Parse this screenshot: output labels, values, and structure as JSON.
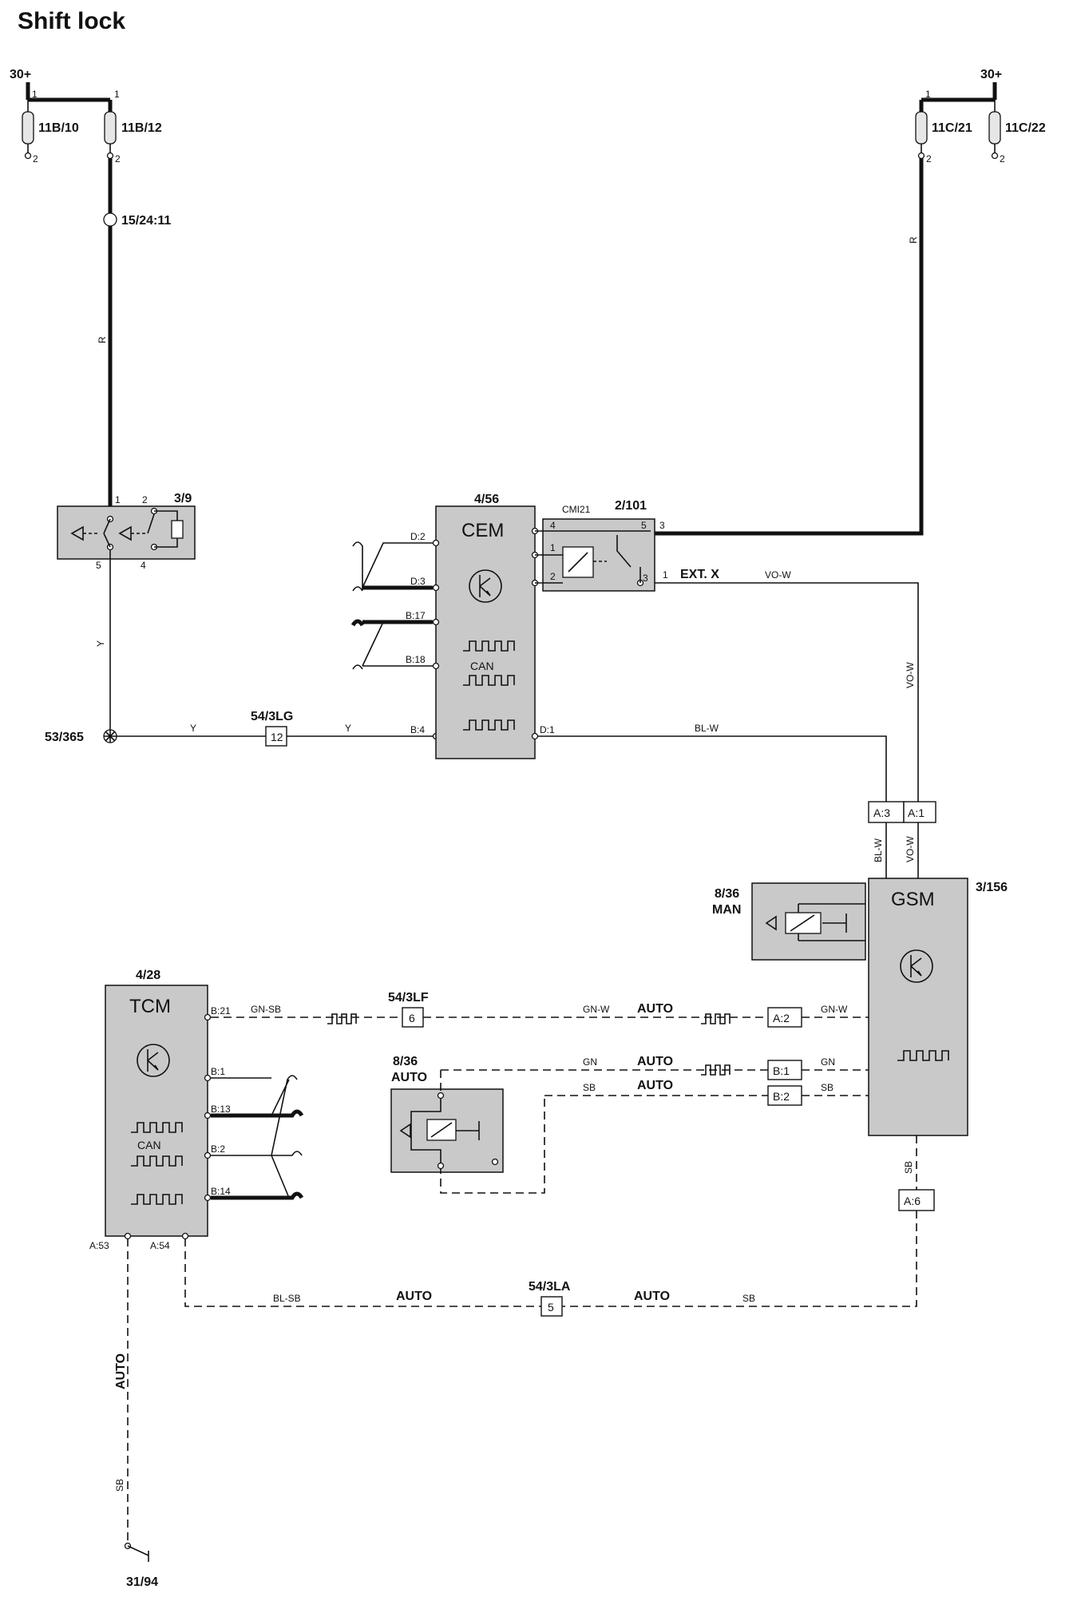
{
  "title": "Shift lock",
  "supplies": {
    "left": "30+",
    "right": "30+"
  },
  "fuses": {
    "f11b10": "11B/10",
    "f11b12": "11B/12",
    "f11c21": "11C/21",
    "f11c22": "11C/22",
    "pin1": "1",
    "pin2": "2"
  },
  "splice": "15/24:11",
  "components": {
    "brake_switch": "3/9",
    "cem_ref": "4/56",
    "cem": "CEM",
    "relay_ref": "2/101",
    "relay_code": "CMI21",
    "gsm_ref": "3/156",
    "gsm": "GSM",
    "man_ref": "8/36",
    "man": "MAN",
    "auto_ref": "8/36",
    "auto": "AUTO",
    "tcm_ref": "4/28",
    "tcm": "TCM",
    "ground_point": "53/365",
    "ground_end": "31/94",
    "can": "CAN"
  },
  "switch_pins": {
    "p1": "1",
    "p2": "2",
    "p4": "4",
    "p5": "5"
  },
  "relay_pins": {
    "p1": "1",
    "p2": "2",
    "p3": "3",
    "p4": "4",
    "p5": "5",
    "ext_pin3": "3",
    "ext_pin1": "1"
  },
  "ext_label": "EXT. X",
  "cem_pins": {
    "d2": "D:2",
    "d3": "D:3",
    "b17": "B:17",
    "b18": "B:18",
    "b4": "B:4",
    "d1": "D:1"
  },
  "tcm_pins": {
    "b21": "B:21",
    "b1": "B:1",
    "b13": "B:13",
    "b2": "B:2",
    "b14": "B:14",
    "a53": "A:53",
    "a54": "A:54"
  },
  "connectors": {
    "c54_3lg": "54/3LG",
    "c54_3lg_pin": "12",
    "c54_3lf": "54/3LF",
    "c54_3lf_pin": "6",
    "c54_3la": "54/3LA",
    "c54_3la_pin": "5",
    "a3": "A:3",
    "a1": "A:1",
    "a2": "A:2",
    "b1": "B:1",
    "b2": "B:2",
    "a6": "A:6"
  },
  "wire_colors": {
    "r_left": "R",
    "r_right": "R",
    "y_vert": "Y",
    "y1": "Y",
    "y2": "Y",
    "vo_w_h": "VO-W",
    "vo_w_v": "VO-W",
    "vo_w_g": "VO-W",
    "bl_w_h": "BL-W",
    "bl_w_g": "BL-W",
    "gn_sb": "GN-SB",
    "gn_w1": "GN-W",
    "gn_w2": "GN-W",
    "gn1": "GN",
    "gn2": "GN",
    "sb1": "SB",
    "sb2": "SB",
    "sb_gsm": "SB",
    "bl_sb": "BL-SB",
    "sb_bottom": "SB",
    "sb_vert": "SB"
  },
  "auto_tags": {
    "t1": "AUTO",
    "t2": "AUTO",
    "t3": "AUTO",
    "t4": "AUTO",
    "t5": "AUTO",
    "t6": "AUTO"
  }
}
